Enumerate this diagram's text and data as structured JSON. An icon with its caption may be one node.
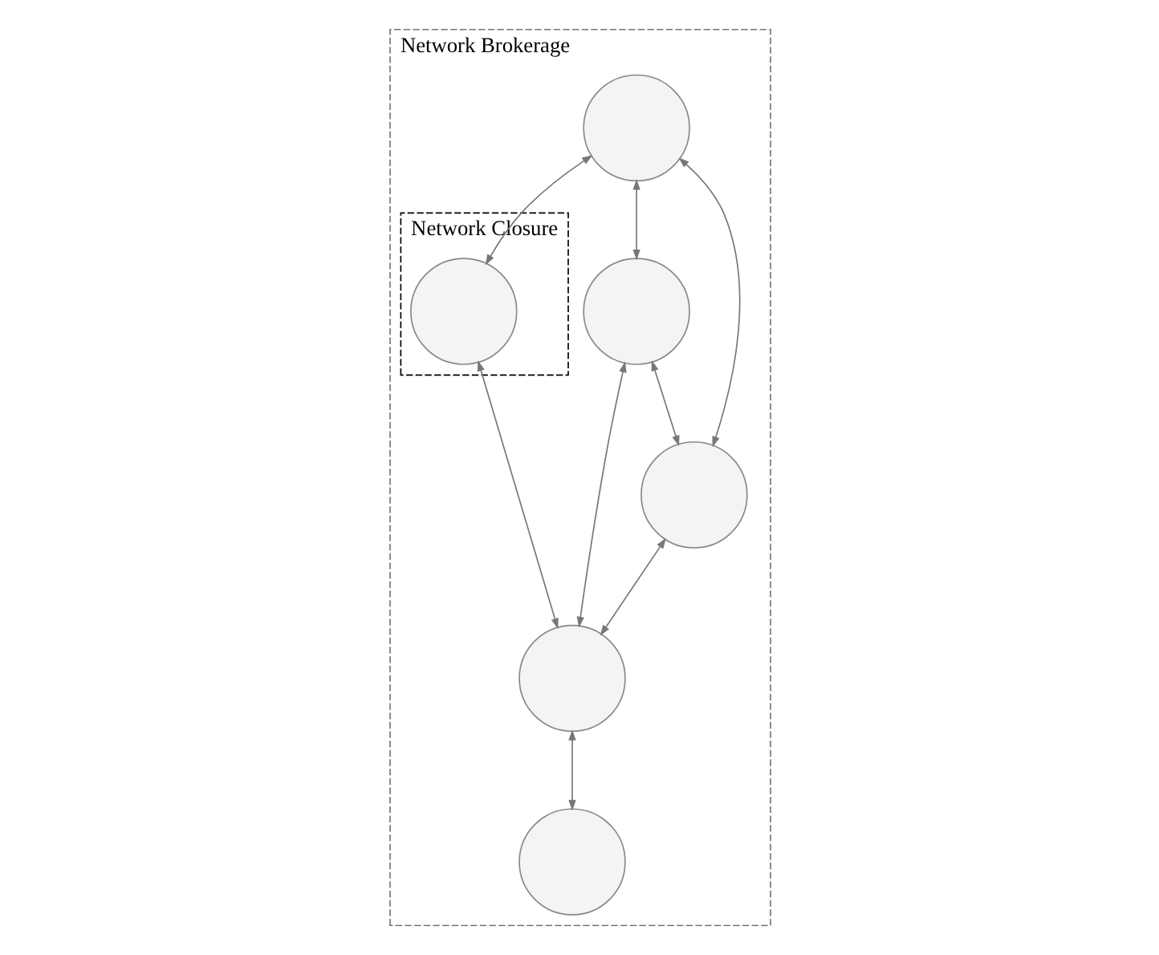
{
  "diagram": {
    "nodes": [
      {
        "text": [
          "Network Brokerage"
        ]
      },
      {
        "text": [
          "Network Closure"
        ],
        "in": 0
      },
      {
        "text": [],
        "shape": "network",
        "in": 0
      },
      {
        "text": [],
        "shape": "network",
        "in": 1
      },
      {
        "text": [],
        "shape": "network",
        "in": 0
      },
      {
        "text": [],
        "shape": "network",
        "in": 0
      },
      {
        "text": [],
        "shape": "network",
        "in": 0
      },
      {
        "text": [],
        "shape": "network",
        "in": 0
      }
    ],
    "edges": [
      {
        "from": 2,
        "to": 3,
        "arrow": "both"
      },
      {
        "from": 2,
        "to": 4,
        "arrow": "both"
      },
      {
        "from": 2,
        "to": 6,
        "arrow": "both"
      },
      {
        "from": 4,
        "to": 6,
        "arrow": "both"
      },
      {
        "from": 4,
        "to": 7,
        "arrow": "both"
      },
      {
        "from": 3,
        "to": 7,
        "arrow": "both"
      },
      {
        "from": 6,
        "to": 7,
        "arrow": "both"
      },
      {
        "from": 7,
        "to": 5,
        "arrow": "both"
      }
    ]
  }
}
